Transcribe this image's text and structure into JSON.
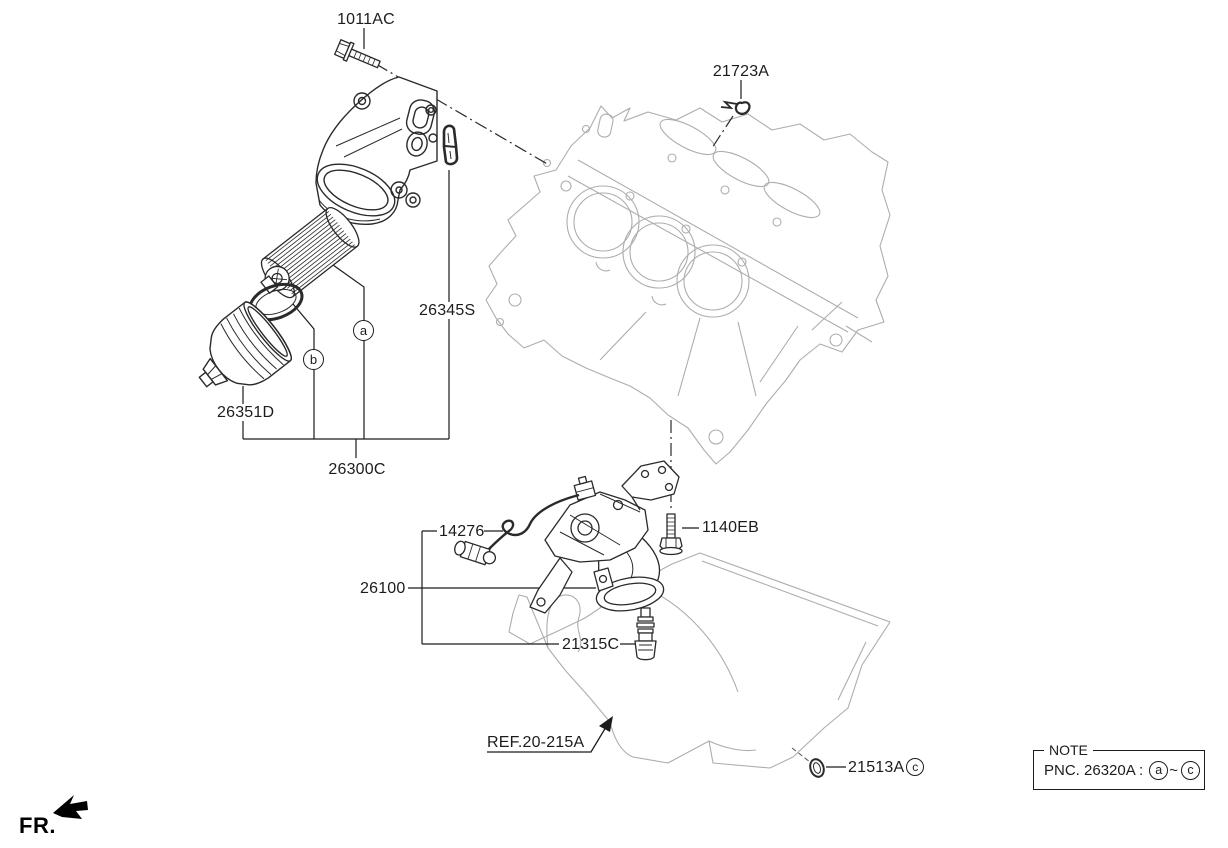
{
  "colors": {
    "ink": "#1c1c1c",
    "part_line": "#2a2a2a",
    "faint_line": "#adadad",
    "background": "#ffffff"
  },
  "callouts": {
    "l_1011ac": "1011AC",
    "l_21723a": "21723A",
    "l_26345s": "26345S",
    "l_26351d": "26351D",
    "l_26300c": "26300C",
    "l_14276": "14276",
    "l_26100": "26100",
    "l_1140eb": "1140EB",
    "l_21315c": "21315C",
    "l_ref": "REF.20-215A",
    "l_21513a": "21513A"
  },
  "markers": {
    "a": "a",
    "b": "b",
    "c": "c"
  },
  "note": {
    "title": "NOTE",
    "pnc_text": "PNC. 26320A :",
    "range_from": "a",
    "range_separator": "~",
    "range_to": "c"
  },
  "orientation": {
    "front_label": "FR."
  }
}
